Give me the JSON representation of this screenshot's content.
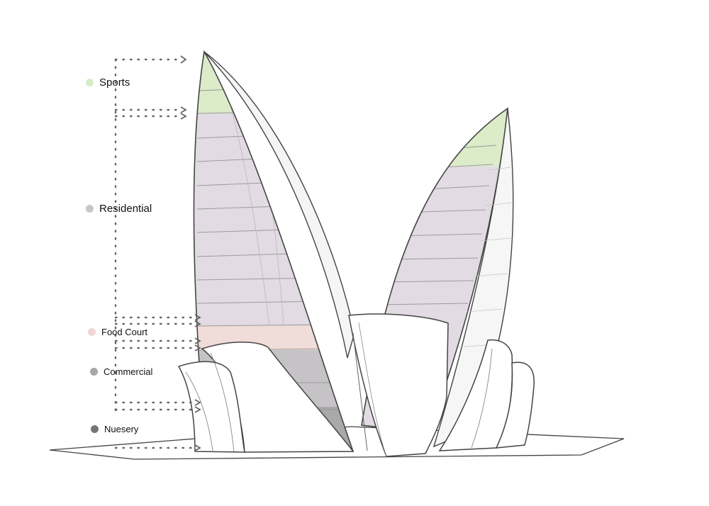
{
  "legend": [
    {
      "key": "sports",
      "label": "Sports",
      "color": "#d6ecc7"
    },
    {
      "key": "residential",
      "label": "Residential",
      "color": "#c9c6c9"
    },
    {
      "key": "food-court",
      "label": "Food Court",
      "color": "#f0d4d6"
    },
    {
      "key": "commercial",
      "label": "Commercial",
      "color": "#a7a6a7"
    },
    {
      "key": "nursery",
      "label": "Nuesery",
      "color": "#767576"
    }
  ],
  "zone_colors": {
    "sports": "#dcebc8",
    "residential": "#e2dbe3",
    "food_court": "#f0dcd8",
    "commercial": "#c5c3c6",
    "nursery": "#a9a8aa",
    "outline": "#555555",
    "guide": "#666666"
  }
}
